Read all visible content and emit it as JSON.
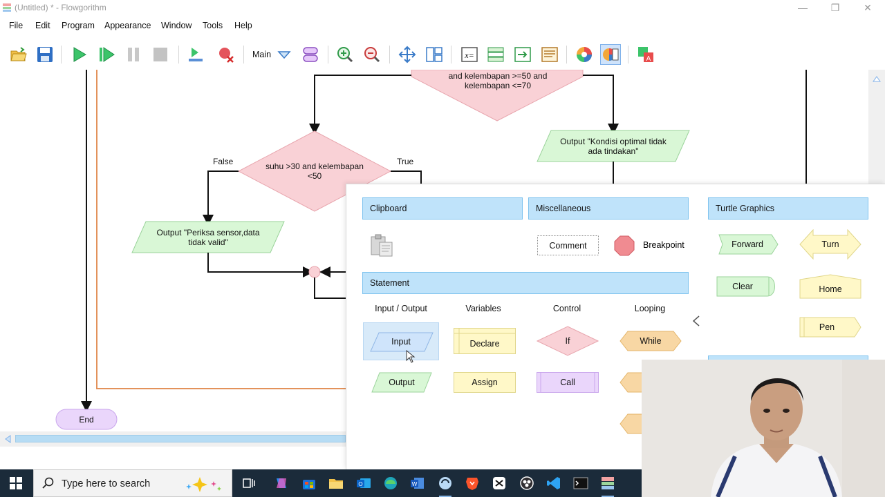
{
  "window": {
    "title": "(Untitled) * - Flowgorithm",
    "controls": [
      "minimize-icon",
      "restore-icon",
      "close-icon"
    ]
  },
  "menubar": [
    "File",
    "Edit",
    "Program",
    "Appearance",
    "Window",
    "Tools",
    "Help"
  ],
  "toolbar": {
    "function_label": "Main",
    "buttons": [
      "open-icon",
      "save-icon",
      "run-icon",
      "step-icon",
      "pause-icon",
      "stop-icon",
      "step-into-icon",
      "breakpoint-clear-icon",
      "main-dropdown-icon",
      "shape-icon",
      "zoom-in-icon",
      "zoom-out-icon",
      "fit-icon",
      "layout-icon",
      "variable-watch-icon",
      "console-icon",
      "output-icon",
      "code-view-icon",
      "color-wheel-icon",
      "theme-icon",
      "translate-icon"
    ]
  },
  "flowchart": {
    "top_condition": "and kelembapan >=50 and\nkelembapan <=70",
    "output_optimal": "Output \"Kondisi optimal tidak\nada tindakan\"",
    "condition2": "suhu >30 and kelembapan\n<50",
    "false_label": "False",
    "true_label": "True",
    "output_invalid": "Output \"Periksa sensor,data\ntidak valid\"",
    "end_label": "End"
  },
  "palette": {
    "clipboard": {
      "title": "Clipboard",
      "icon": "clipboard-icon"
    },
    "misc": {
      "title": "Miscellaneous",
      "comment": "Comment",
      "breakpoint": "Breakpoint"
    },
    "turtle": {
      "title": "Turtle Graphics",
      "forward": "Forward",
      "turn": "Turn",
      "clear": "Clear",
      "home": "Home",
      "pen": "Pen"
    },
    "statement": {
      "title": "Statement",
      "columns": [
        "Input / Output",
        "Variables",
        "Control",
        "Looping"
      ],
      "input": "Input",
      "output": "Output",
      "declare": "Declare",
      "assign": "Assign",
      "if": "If",
      "call": "Call",
      "while": "While"
    },
    "collapse_icon": "chevron-left-icon"
  },
  "taskbar": {
    "search_placeholder": "Type here to search",
    "apps": [
      "task-view-icon",
      "copilot-icon",
      "store-icon",
      "file-explorer-icon",
      "outlook-icon",
      "edge-icon",
      "word-icon",
      "app-icon",
      "brave-icon",
      "capcut-icon",
      "obs-icon",
      "vscode-icon",
      "terminal-icon",
      "flowgorithm-icon"
    ]
  },
  "colors": {
    "condition_fill": "#f9d1d6",
    "condition_stroke": "#e8a6ae",
    "io_fill": "#d9f7d6",
    "io_stroke": "#9ad39a",
    "terminal_fill": "#ead6fb",
    "loop_fill": "#f8d7a4",
    "header_fill": "#bfe3fa",
    "loop_border": "#e3925b"
  }
}
